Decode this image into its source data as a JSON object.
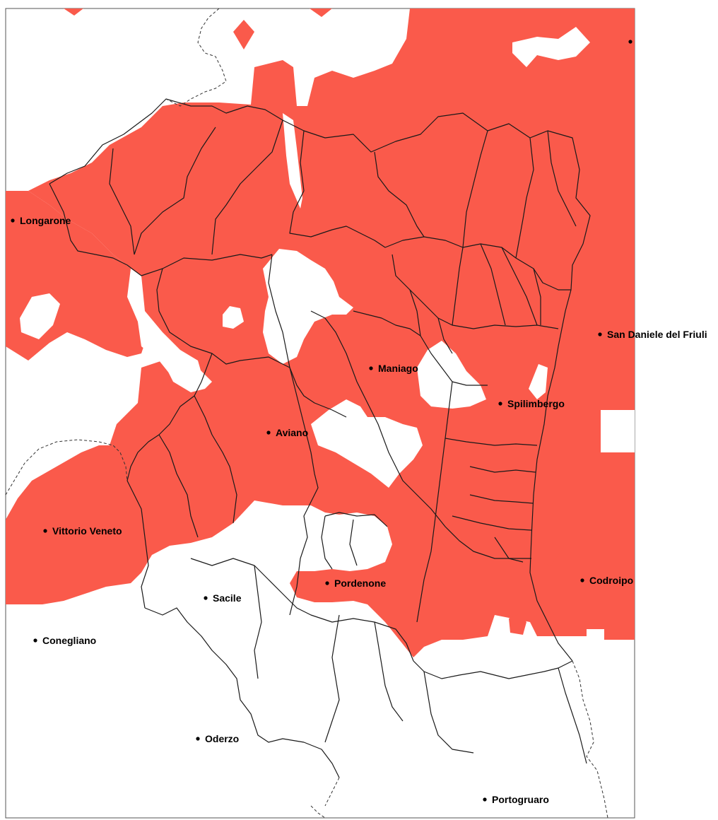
{
  "map": {
    "colors": {
      "zone_fill": "#fa5a4b",
      "background": "#ffffff",
      "border": "#1a1a1a"
    },
    "cities": [
      {
        "id": "longarone",
        "name": "Longarone"
      },
      {
        "id": "san-daniele",
        "name": "San Daniele del Friuli"
      },
      {
        "id": "maniago",
        "name": "Maniago"
      },
      {
        "id": "spilimbergo",
        "name": "Spilimbergo"
      },
      {
        "id": "aviano",
        "name": "Aviano"
      },
      {
        "id": "vittorio-veneto",
        "name": "Vittorio Veneto"
      },
      {
        "id": "pordenone",
        "name": "Pordenone"
      },
      {
        "id": "codroipo",
        "name": "Codroipo"
      },
      {
        "id": "sacile",
        "name": "Sacile"
      },
      {
        "id": "conegliano",
        "name": "Conegliano"
      },
      {
        "id": "oderzo",
        "name": "Oderzo"
      },
      {
        "id": "portogruaro",
        "name": "Portogruaro"
      }
    ]
  }
}
